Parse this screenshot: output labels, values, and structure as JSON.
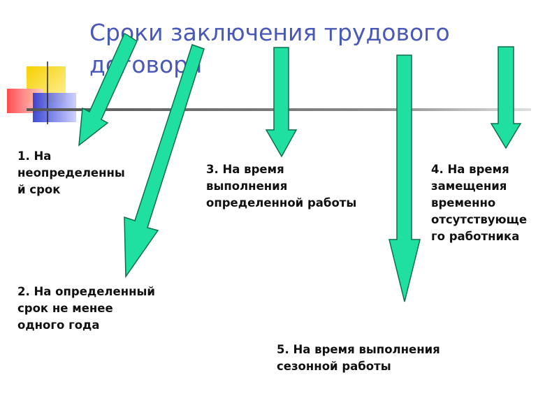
{
  "title": "Сроки заключения трудового договора",
  "colors": {
    "title": "#4a58b8",
    "arrow_fill": "#1fe0a0",
    "arrow_stroke": "#0c6e4c",
    "deco_yellow": "#f2cc00",
    "deco_red": "#e84545",
    "deco_blue": "#2f3fd6",
    "line": "#7f7f7f"
  },
  "terms": [
    {
      "text": "1. На неопределенны\nй срок"
    },
    {
      "text": "2. На определенный\nсрок не менее\nодного года"
    },
    {
      "text": "3. На время\nвыполнения\nопределенной работы"
    },
    {
      "text": "4. На время\nзамещения\nвременно\nотсутствующе\nго работника"
    },
    {
      "text": "5. На время выполнения\nсезонной работы"
    }
  ]
}
